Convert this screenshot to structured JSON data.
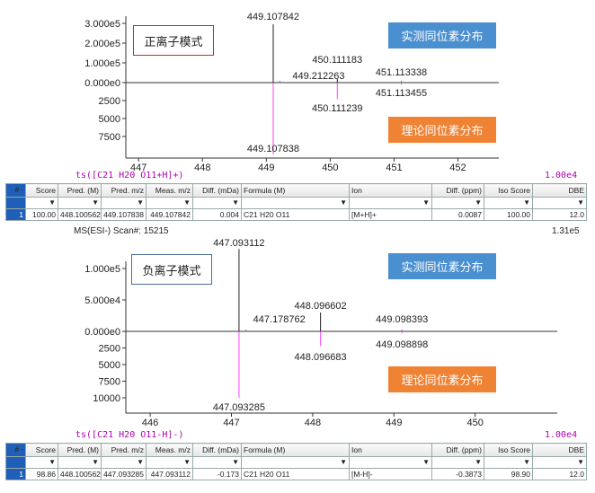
{
  "top": {
    "mode_label": "正离子模式",
    "button_actual": "实测同位素分布",
    "button_theory": "理论同位素分布",
    "formula_title": "ts([C21 H20 O11+H]+)",
    "magnitude": "1.00e4",
    "colors": {
      "actual_button": "#4a8fd0",
      "theory_button": "#f08233",
      "mode_border": "#c8282c"
    }
  },
  "bottom": {
    "scan_label": "MS(ESI-) Scan#: 15215",
    "scan_magnitude": "1.31e5",
    "mode_label": "负离子模式",
    "button_actual": "实测同位素分布",
    "button_theory": "理论同位素分布",
    "formula_title": "ts([C21 H20 O11-H]-)",
    "magnitude": "1.00e4",
    "colors": {
      "actual_button": "#4a8fd0",
      "theory_button": "#f08233",
      "mode_border": "#4a6ea0"
    }
  },
  "chart_data": [
    {
      "type": "bar",
      "title": "",
      "x_ticks": [
        "447",
        "448",
        "449",
        "450",
        "451",
        "452"
      ],
      "xlim": [
        446.8,
        452.5
      ],
      "y_ticks_up": [
        "3.000e5",
        "2.000e5",
        "1.000e5",
        "0.000e0"
      ],
      "y_ticks_down": [
        "2500",
        "5000",
        "7500"
      ],
      "series": [
        {
          "values": [
            {
              "x": 449.107842,
              "y": 295000,
              "label": "449.107842"
            },
            {
              "x": 449.212263,
              "y": 2000,
              "label": "449.212263"
            },
            {
              "x": 450.111183,
              "y": 18000,
              "label": "450.111183"
            },
            {
              "x": 451.113338,
              "y": 4000,
              "label": "451.113338"
            }
          ]
        },
        {
          "values": [
            {
              "x": 449.107838,
              "y": 10000,
              "label": "449.107838"
            },
            {
              "x": 450.111239,
              "y": 2300,
              "label": "450.111239"
            },
            {
              "x": 451.113455,
              "y": 300,
              "label": "451.113455"
            }
          ]
        }
      ]
    },
    {
      "type": "bar",
      "title": "",
      "x_ticks": [
        "446",
        "447",
        "448",
        "449",
        "450"
      ],
      "xlim": [
        445.7,
        450.9
      ],
      "y_ticks_up": [
        "1.000e5",
        "5.000e4",
        "0.000e0"
      ],
      "y_ticks_down": [
        "2500",
        "5000",
        "7500",
        "10000"
      ],
      "series": [
        {
          "values": [
            {
              "x": 447.093112,
              "y": 131000,
              "label": "447.093112"
            },
            {
              "x": 447.178762,
              "y": 3000,
              "label": "447.178762"
            },
            {
              "x": 448.096602,
              "y": 30000,
              "label": "448.096602"
            },
            {
              "x": 449.098393,
              "y": 2000,
              "label": "449.098393"
            }
          ]
        },
        {
          "values": [
            {
              "x": 447.093285,
              "y": 10000,
              "label": "447.093285"
            },
            {
              "x": 448.096683,
              "y": 2200,
              "label": "448.096683"
            },
            {
              "x": 449.098898,
              "y": 300,
              "label": "449.098898"
            }
          ]
        }
      ]
    }
  ],
  "table_headers": [
    "#",
    "Score",
    "Pred. (M)",
    "Pred. m/z",
    "Meas. m/z",
    "Diff. (mDa)",
    "Formula (M)",
    "Ion",
    "Diff. (ppm)",
    "Iso Score",
    "DBE"
  ],
  "filter_glyph": "▼",
  "top_table_row": [
    "1",
    "100.00",
    "448.100562",
    "449.107838",
    "449.107842",
    "0.004",
    "C21 H20 O11",
    "[M+H]+",
    "0.0087",
    "100.00",
    "12.0"
  ],
  "bottom_table_row": [
    "1",
    "98.86",
    "448.100562",
    "447.093285",
    "447.093112",
    "-0.173",
    "C21 H20 O11",
    "[M-H]-",
    "-0.3873",
    "98.90",
    "12.0"
  ]
}
